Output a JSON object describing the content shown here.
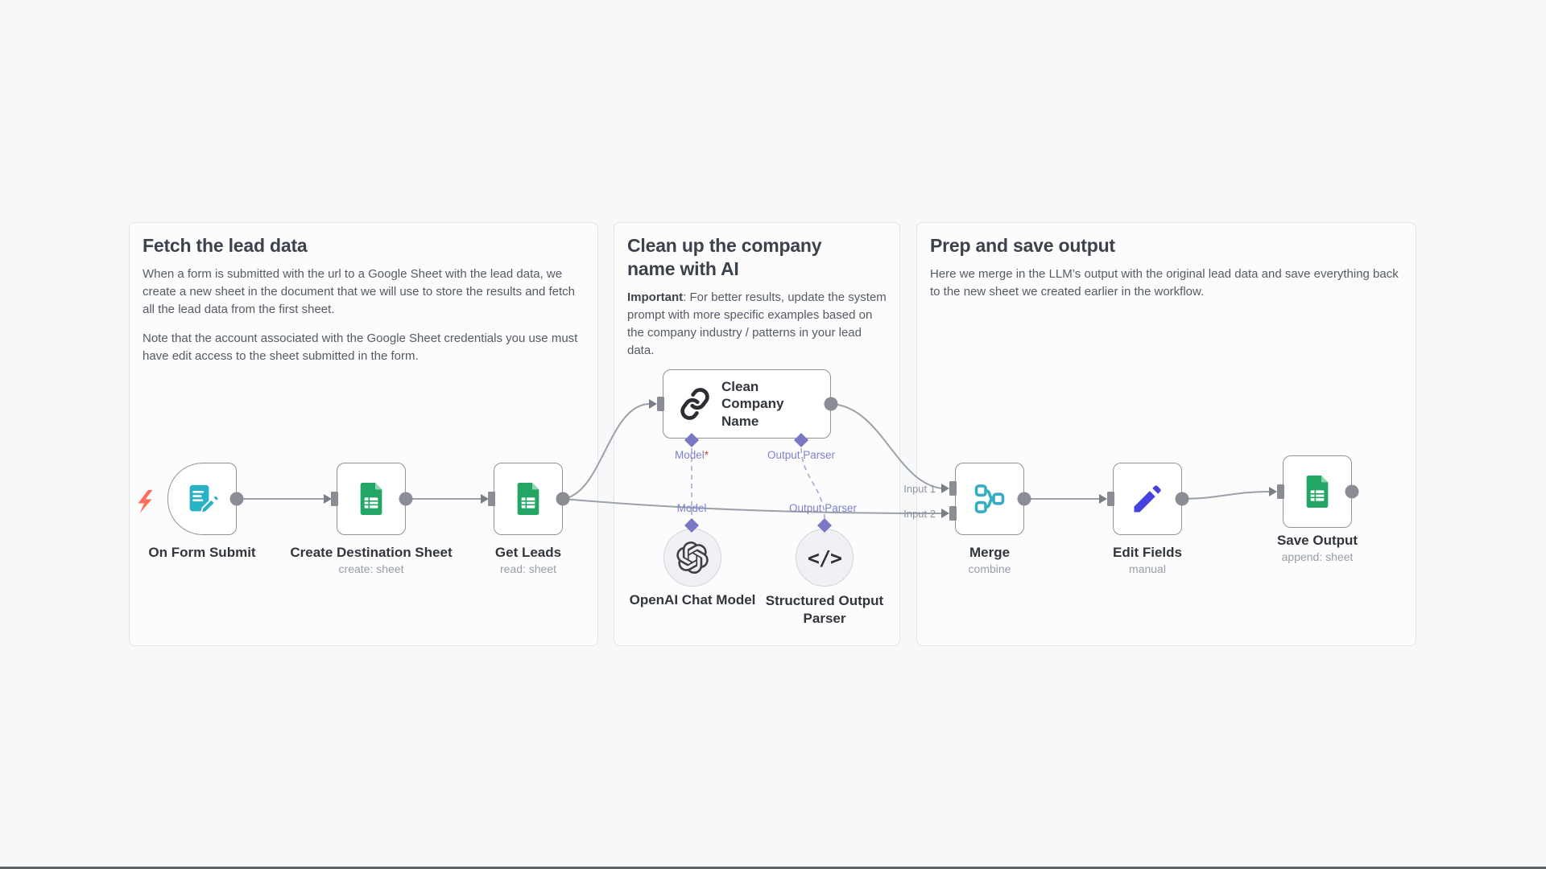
{
  "notes": [
    {
      "title": "Fetch the lead data",
      "paragraph1": "When a form is submitted with the url to a Google Sheet with the lead data, we create a new sheet in the document that we will use to store the results and fetch all the lead data from the first sheet.",
      "paragraph2": "Note that the account associated with the Google Sheet credentials you use must have edit access to the sheet submitted in the form."
    },
    {
      "title": "Clean up the company name with AI",
      "important_label": "Important",
      "body": ": For better results, update the system prompt with more specific examples based on the company industry / patterns in your lead data."
    },
    {
      "title": "Prep and save output",
      "paragraph1": "Here we merge in the LLM’s output with the original lead data and save everything back to the new sheet we created earlier in the workflow."
    }
  ],
  "nodes": {
    "on_form_submit": {
      "label": "On Form Submit"
    },
    "create_destination_sheet": {
      "label": "Create Destination Sheet",
      "subtitle": "create: sheet"
    },
    "get_leads": {
      "label": "Get Leads",
      "subtitle": "read: sheet"
    },
    "clean_company_name": {
      "label": "Clean Company Name"
    },
    "openai_chat_model": {
      "label": "OpenAI Chat Model"
    },
    "structured_output_parser": {
      "label": "Structured Output Parser"
    },
    "merge": {
      "label": "Merge",
      "subtitle": "combine"
    },
    "edit_fields": {
      "label": "Edit Fields",
      "subtitle": "manual"
    },
    "save_output": {
      "label": "Save Output",
      "subtitle": "append: sheet"
    }
  },
  "connectors": {
    "model_label": "Model",
    "required_marker": "*",
    "output_parser_label": "Output Parser",
    "model_line_label": "Model",
    "output_parser_line_label": "Output Parser",
    "input1_label": "Input 1",
    "input2_label": "Input 2",
    "code_glyph": "</>"
  },
  "icons": {
    "bolt-icon": "lightning-trigger",
    "form-icon": "document-with-pencil",
    "sheets-icon": "google-sheets-spreadsheet",
    "link-icon": "chain-link",
    "openai-icon": "openai-logo",
    "code-icon": "angle-brackets-slash",
    "merge-icon": "merge-branches",
    "pencil-icon": "edit-pencil"
  },
  "colors": {
    "canvas_bg": "#f7f8f9",
    "note_bg": "#fcfcfd",
    "wire_gray": "#9ba1a8",
    "port_gray": "#8a8d94",
    "ai_purple": "#7a78c2",
    "trigger_bolt": "#ff6d5a",
    "sheets_green": "#23a566",
    "form_teal": "#29b1c5",
    "merge_teal": "#35adc2",
    "pencil_indigo": "#4542e0"
  }
}
